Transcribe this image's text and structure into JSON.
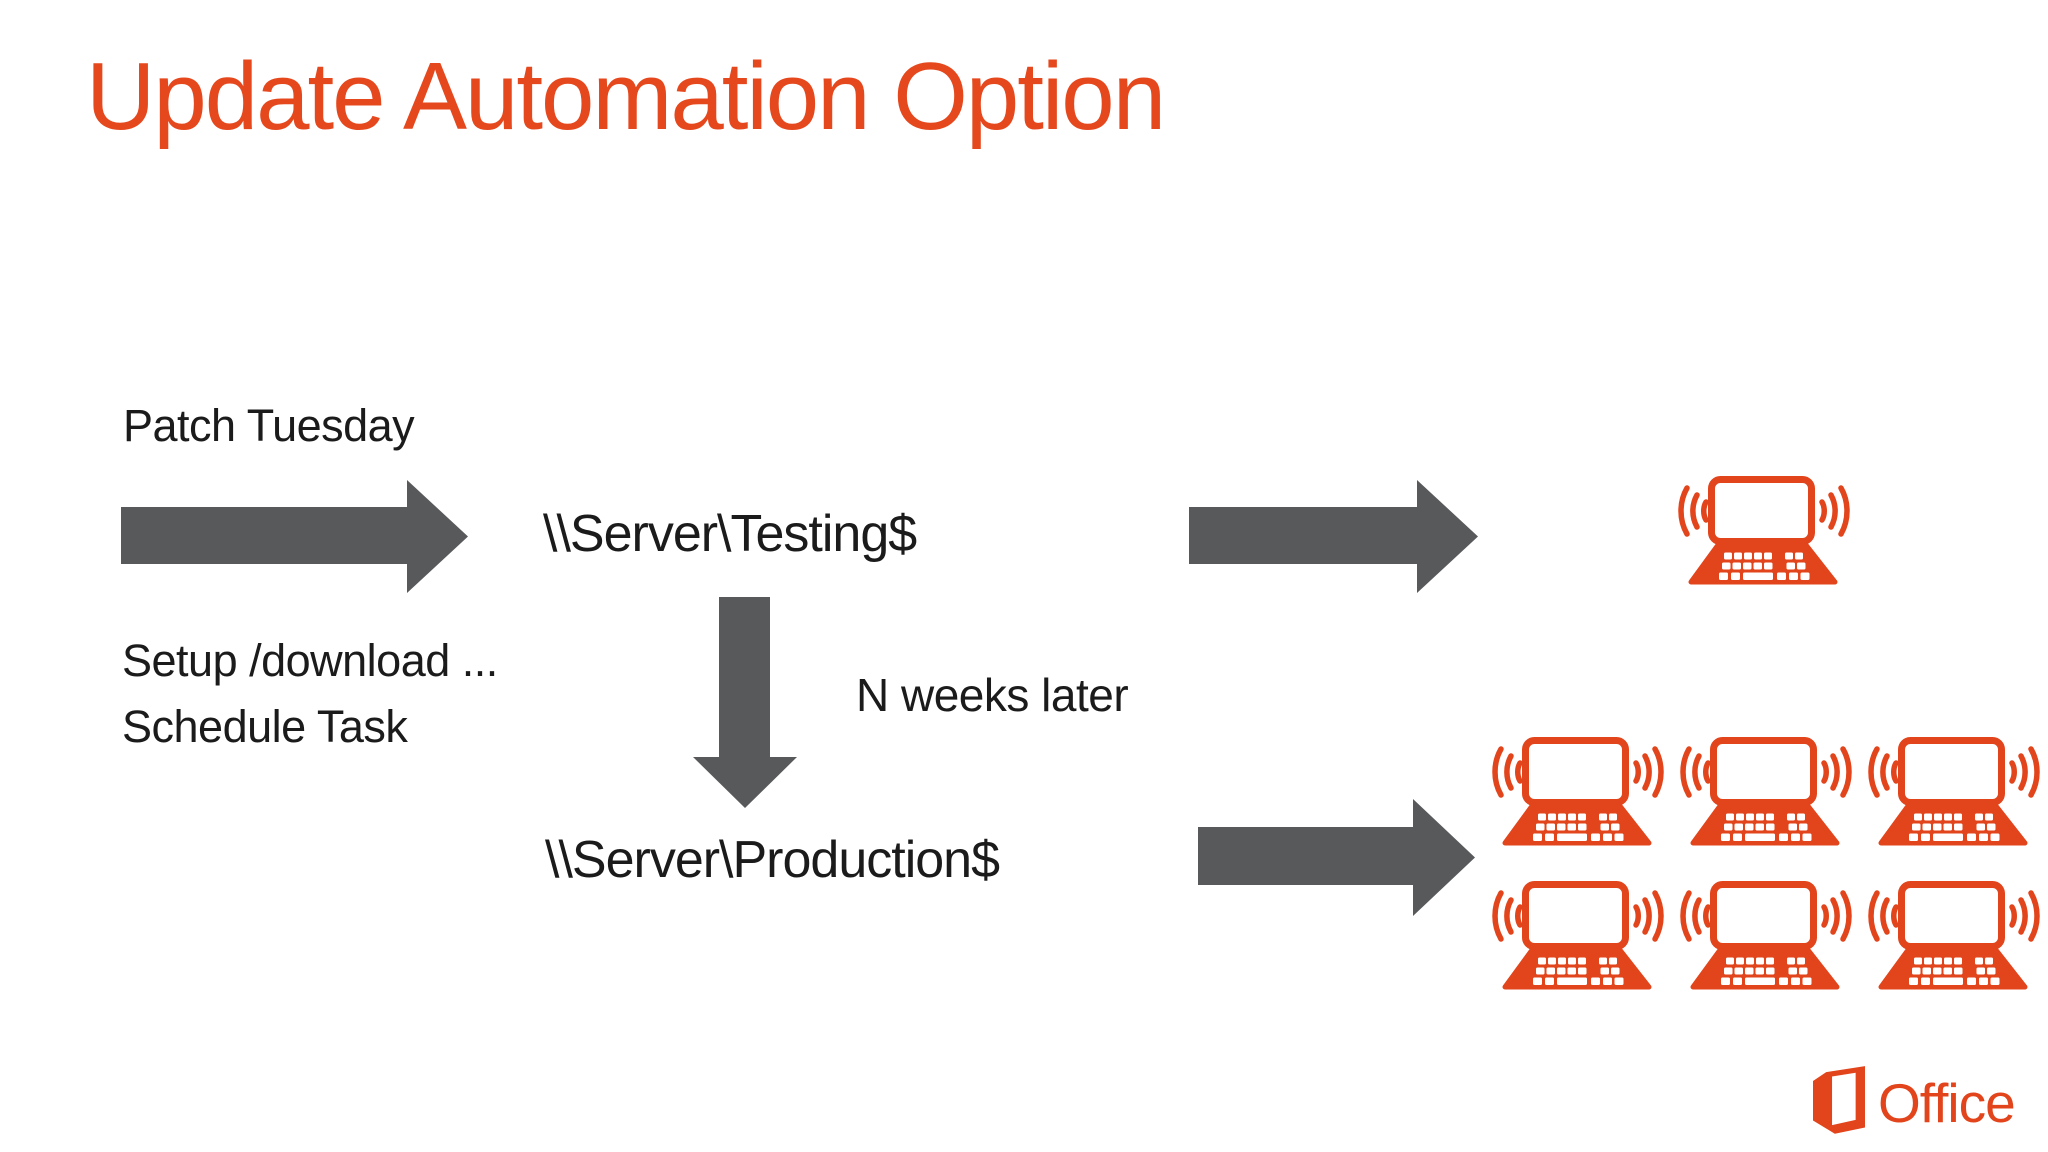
{
  "slide": {
    "title": "Update Automation Option"
  },
  "flow": {
    "patch_tuesday": "Patch Tuesday",
    "setup_line1": "Setup /download ...",
    "setup_line2": "Schedule Task",
    "testing_share": "\\\\Server\\Testing$",
    "n_weeks": "N weeks later",
    "production_share": "\\\\Server\\Production$",
    "testing_machine_count": 1,
    "production_machine_count": 6
  },
  "branding": {
    "office_logo_text": "Office"
  },
  "colors": {
    "background": "#ffffff",
    "title": "#e6481e",
    "accent": "#e2441b",
    "arrow": "#58595a",
    "text": "#1b1b1b"
  }
}
